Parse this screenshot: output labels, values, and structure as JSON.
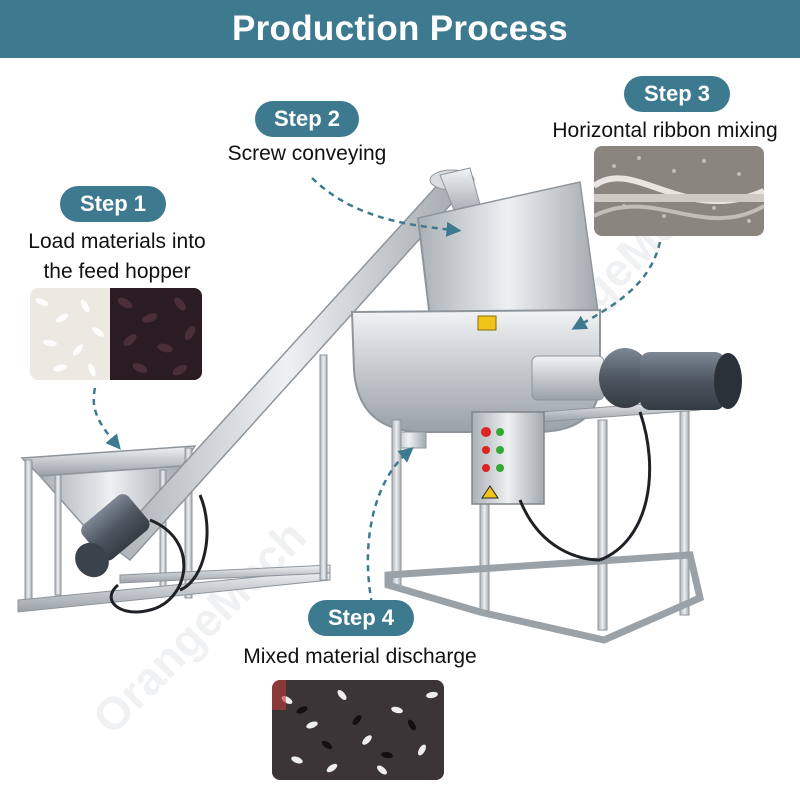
{
  "header": {
    "title": "Production Process"
  },
  "watermark": {
    "text": "OrangeMech"
  },
  "steps": [
    {
      "label": "Step 1",
      "description_line1": "Load materials into",
      "description_line2": "the feed hopper"
    },
    {
      "label": "Step 2",
      "description": "Screw conveying"
    },
    {
      "label": "Step 3",
      "description": "Horizontal ribbon mixing"
    },
    {
      "label": "Step 4",
      "description": "Mixed material discharge"
    }
  ],
  "colors": {
    "accent": "#3d7a8f",
    "arrow": "#3d7a8f",
    "steel": "#c9cdd1",
    "motor": "#5a6470"
  },
  "icons": {
    "arrow": "dashed-curved-arrow-icon"
  }
}
